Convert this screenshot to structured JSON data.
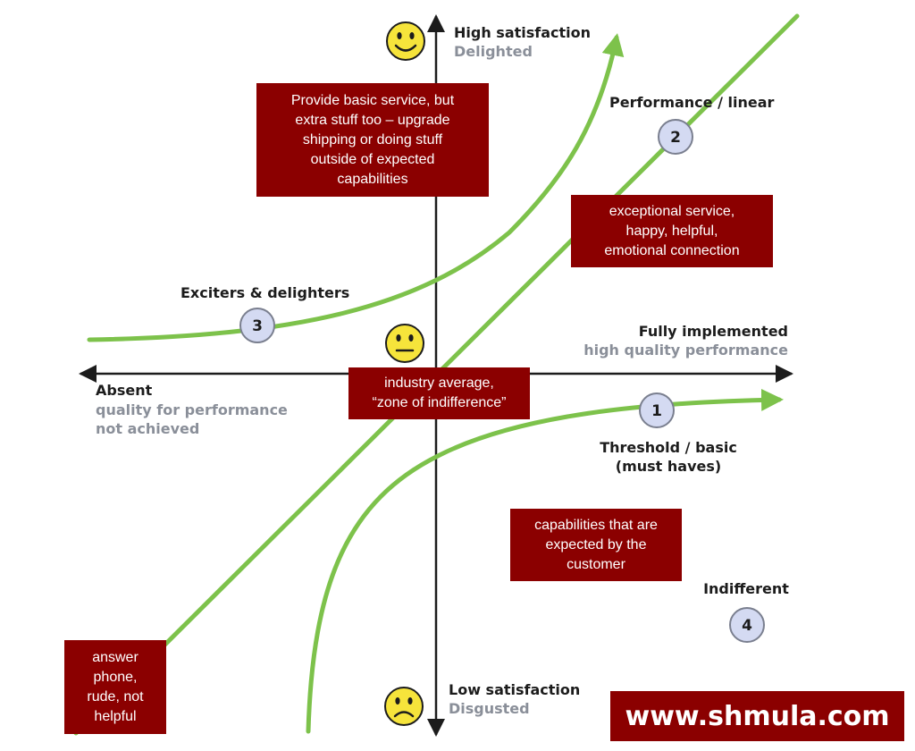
{
  "axes": {
    "y_top_title": "High satisfaction",
    "y_top_sub": "Delighted",
    "y_bottom_title": "Low satisfaction",
    "y_bottom_sub": "Disgusted",
    "x_right_title": "Fully implemented",
    "x_right_sub": "high quality performance",
    "x_left_title": "Absent",
    "x_left_sub_1": "quality for performance",
    "x_left_sub_2": "not achieved"
  },
  "curves": [
    {
      "number": "1",
      "label_1": "Threshold / basic",
      "label_2": "(must haves)"
    },
    {
      "number": "2",
      "label_1": "Performance / linear"
    },
    {
      "number": "3",
      "label_1": "Exciters & delighters"
    },
    {
      "number": "4",
      "label_1": "Indifferent"
    }
  ],
  "callouts": {
    "delighters": "Provide basic service, but\nextra stuff too – upgrade\nshipping or doing stuff\noutside of expected\ncapabilities",
    "performance": "exceptional service,\nhappy, helpful,\nemotional connection",
    "average": "industry average,\n“zone of indifference”",
    "basic": "capabilities that are\nexpected by the\ncustomer",
    "poor": "answer\nphone,\nrude, not\nhelpful"
  },
  "watermark": "www.shmula.com",
  "colors": {
    "curve": "#7dc24b",
    "callout": "#8b0000",
    "face": "#f6e43b",
    "badge": "#d4daf2",
    "axis": "#1c1c1c"
  },
  "icons": [
    "smiley-happy-icon",
    "smiley-neutral-icon",
    "smiley-sad-icon"
  ]
}
